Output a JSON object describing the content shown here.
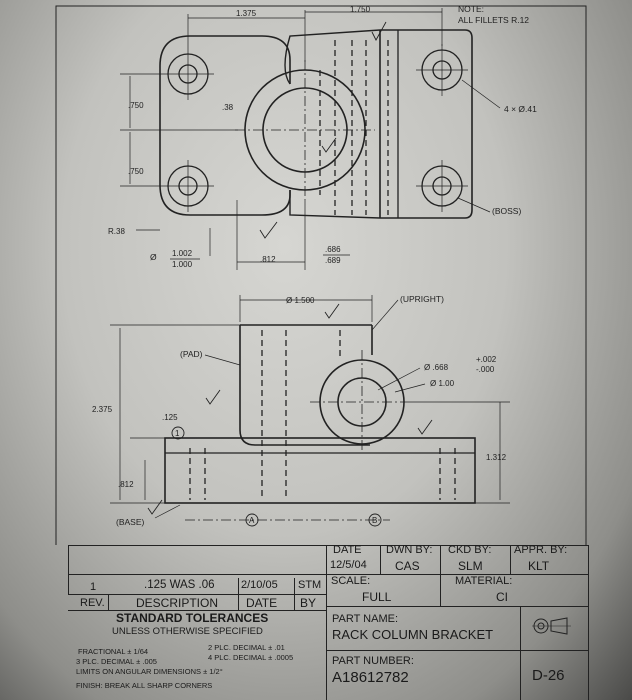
{
  "notes": {
    "note_label": "NOTE:",
    "note_text": "ALL FILLETS R.12"
  },
  "top_view": {
    "dim_1375": "1.375",
    "dim_1750": "1.750",
    "dim_750_a": ".750",
    "dim_750_b": ".750",
    "dim_r38": "R.38",
    "dim_38": ".38",
    "dim_holes": "4 × Ø.41",
    "label_boss": "(BOSS)",
    "dim_dia_sym": "Ø",
    "dim_bore_top": "1.002",
    "dim_bore_bot": "1.000",
    "dim_812": ".812",
    "dim_686": ".686",
    "dim_689": ".689"
  },
  "front_view": {
    "dim_1500": "Ø 1.500",
    "label_upright": "(UPRIGHT)",
    "label_pad": "(PAD)",
    "dim_668": "Ø .668",
    "dim_tol_plus": "+.002",
    "dim_tol_minus": "-.000",
    "dim_100": "Ø 1.00",
    "dim_2375": "2.375",
    "dim_125": ".125",
    "balloon_1": "1",
    "dim_1312": "1.312",
    "dim_812": ".812",
    "label_base": "(BASE)",
    "balloon_a": "A",
    "balloon_b": "B"
  },
  "title_block": {
    "date_label": "DATE",
    "date_value": "12/5/04",
    "dwn_label": "DWN BY:",
    "dwn_value": "CAS",
    "ckd_label": "CKD BY:",
    "ckd_value": "SLM",
    "appr_label": "APPR. BY:",
    "appr_value": "KLT",
    "scale_label": "SCALE:",
    "scale_value": "FULL",
    "material_label": "MATERIAL:",
    "material_value": "CI",
    "rev_num": "1",
    "rev_desc": ".125 WAS .06",
    "rev_date": "2/10/05",
    "rev_by": "STM",
    "rev_header": "REV.",
    "desc_header": "DESCRIPTION",
    "date_header": "DATE",
    "by_header": "BY",
    "tol_title": "STANDARD TOLERANCES",
    "tol_sub": "UNLESS OTHERWISE SPECIFIED",
    "tol_frac": "FRACTIONAL    ± 1/64",
    "tol_2plc": "2 PLC. DECIMAL  ± .01",
    "tol_3plc": "3 PLC. DECIMAL  ± .005",
    "tol_4plc": "4 PLC. DECIMAL  ± .0005",
    "tol_ang": "LIMITS ON ANGULAR DIMENSIONS  ± 1/2°",
    "tol_finish": "FINISH: BREAK ALL SHARP CORNERS",
    "part_name_label": "PART NAME:",
    "part_name_value": "RACK COLUMN BRACKET",
    "part_number_label": "PART NUMBER:",
    "part_number_value": "A18612782",
    "sheet_code": "D-26"
  }
}
